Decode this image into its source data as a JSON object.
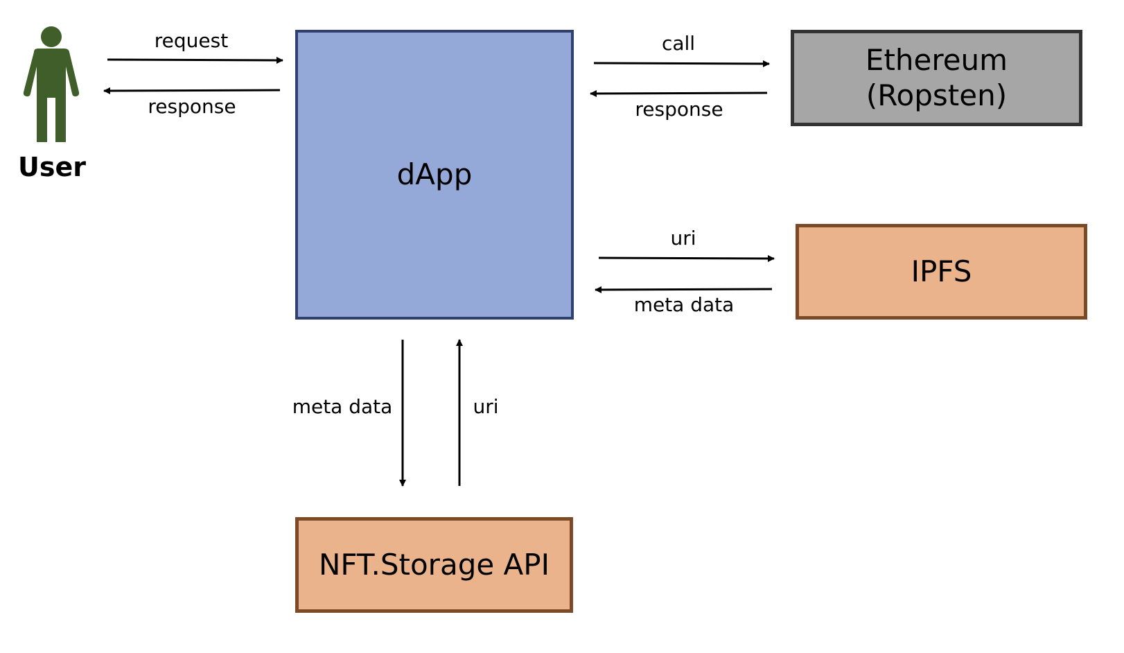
{
  "colors": {
    "dapp_fill": "#95a9d8",
    "ethereum_fill": "#a6a6a6",
    "orange_fill": "#eab38b",
    "user_icon": "#3f5e2a",
    "arrow": "#000000"
  },
  "user": {
    "icon": "person-icon",
    "label": "User"
  },
  "nodes": {
    "dapp": "dApp",
    "ethereum_line1": "Ethereum",
    "ethereum_line2": "(Ropsten)",
    "ipfs": "IPFS",
    "nft_storage": "NFT.Storage API"
  },
  "edges": {
    "user_request": "request",
    "user_response": "response",
    "eth_call": "call",
    "eth_response": "response",
    "ipfs_uri": "uri",
    "ipfs_meta": "meta data",
    "nft_meta": "meta data",
    "nft_uri": "uri"
  }
}
